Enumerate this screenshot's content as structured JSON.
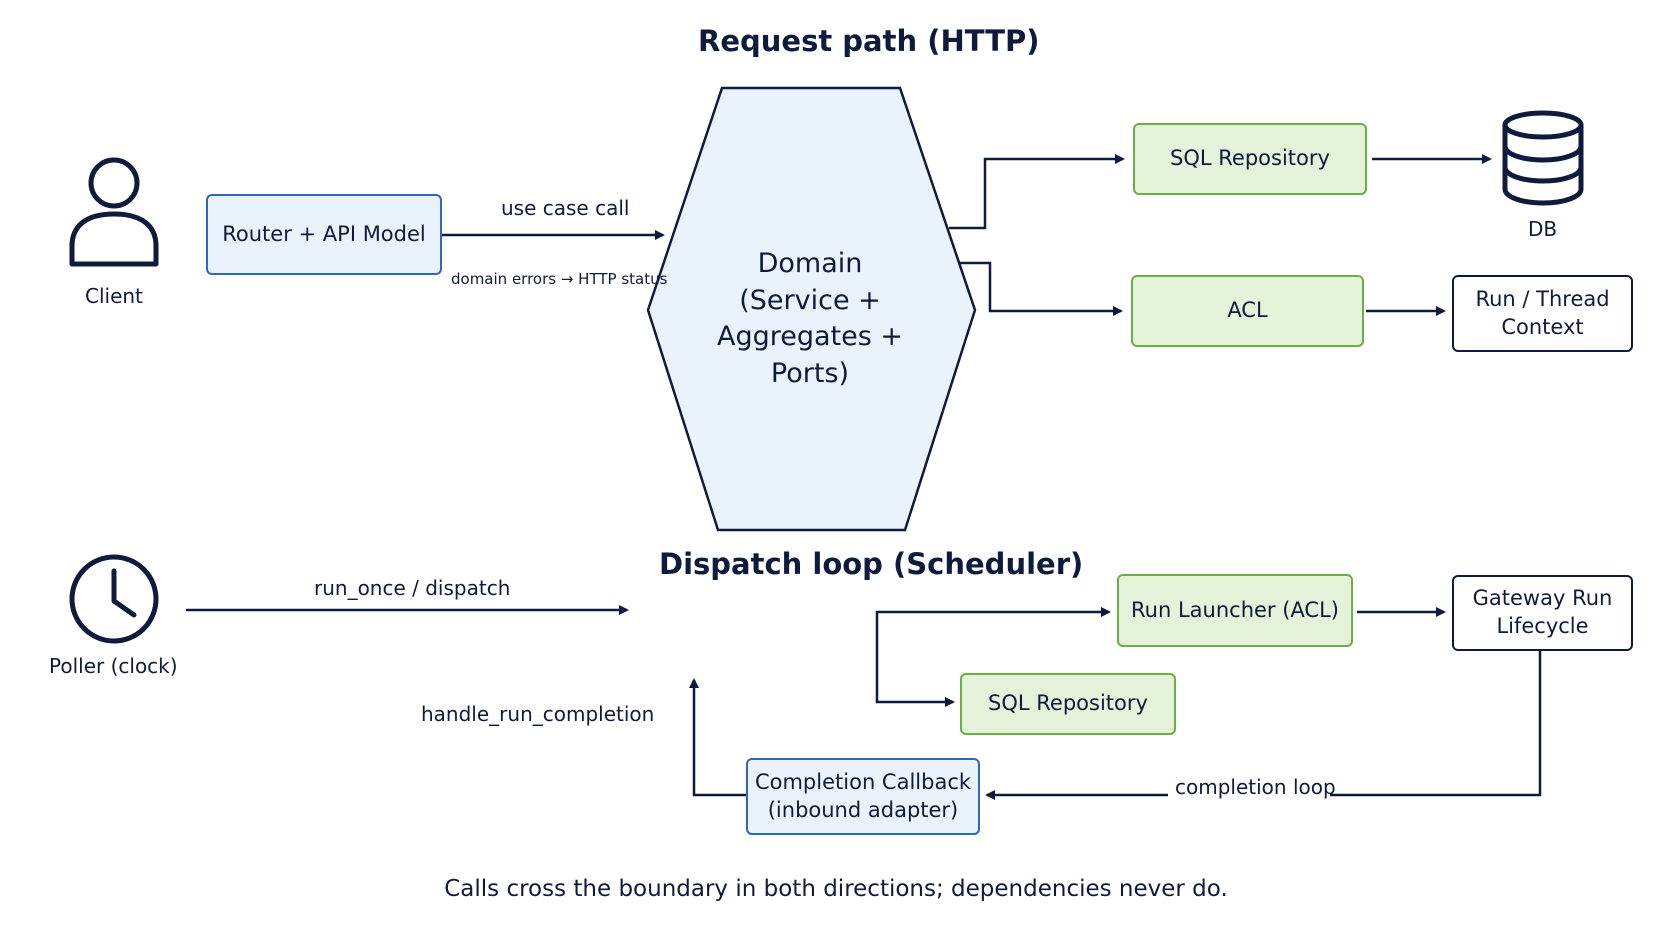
{
  "titles": {
    "request_path": "Request path (HTTP)",
    "dispatch_loop": "Dispatch loop (Scheduler)"
  },
  "nodes": {
    "client": "Client",
    "router": "Router + API Model",
    "domain": [
      "Domain",
      "(Service +",
      "Aggregates +",
      "Ports)"
    ],
    "sql_repository_top": "SQL Repository",
    "db": "DB",
    "acl": "ACL",
    "run_thread_context": [
      "Run / Thread",
      "Context"
    ],
    "poller": "Poller (clock)",
    "run_launcher": "Run Launcher (ACL)",
    "gateway_run_lifecycle": [
      "Gateway Run",
      "Lifecycle"
    ],
    "sql_repository_bottom": "SQL Repository",
    "completion_callback": [
      "Completion Callback",
      "(inbound adapter)"
    ]
  },
  "edges": {
    "use_case_call": "use case call",
    "domain_errors": "domain errors → HTTP status",
    "run_once_dispatch": "run_once / dispatch",
    "handle_run_completion": "handle_run_completion",
    "completion_loop": "completion loop"
  },
  "icons": {
    "client": "person-icon",
    "db": "database-icon",
    "poller": "clock-icon"
  },
  "colors": {
    "ink": "#0f1b3d",
    "blue_fill": "#eaf2fc",
    "blue_border": "#2f66c4",
    "green_fill": "#e3f2d8",
    "green_border": "#6dad48",
    "domain_fill": "#eaf2fc"
  },
  "footer": "Calls cross the boundary in both directions; dependencies never do."
}
